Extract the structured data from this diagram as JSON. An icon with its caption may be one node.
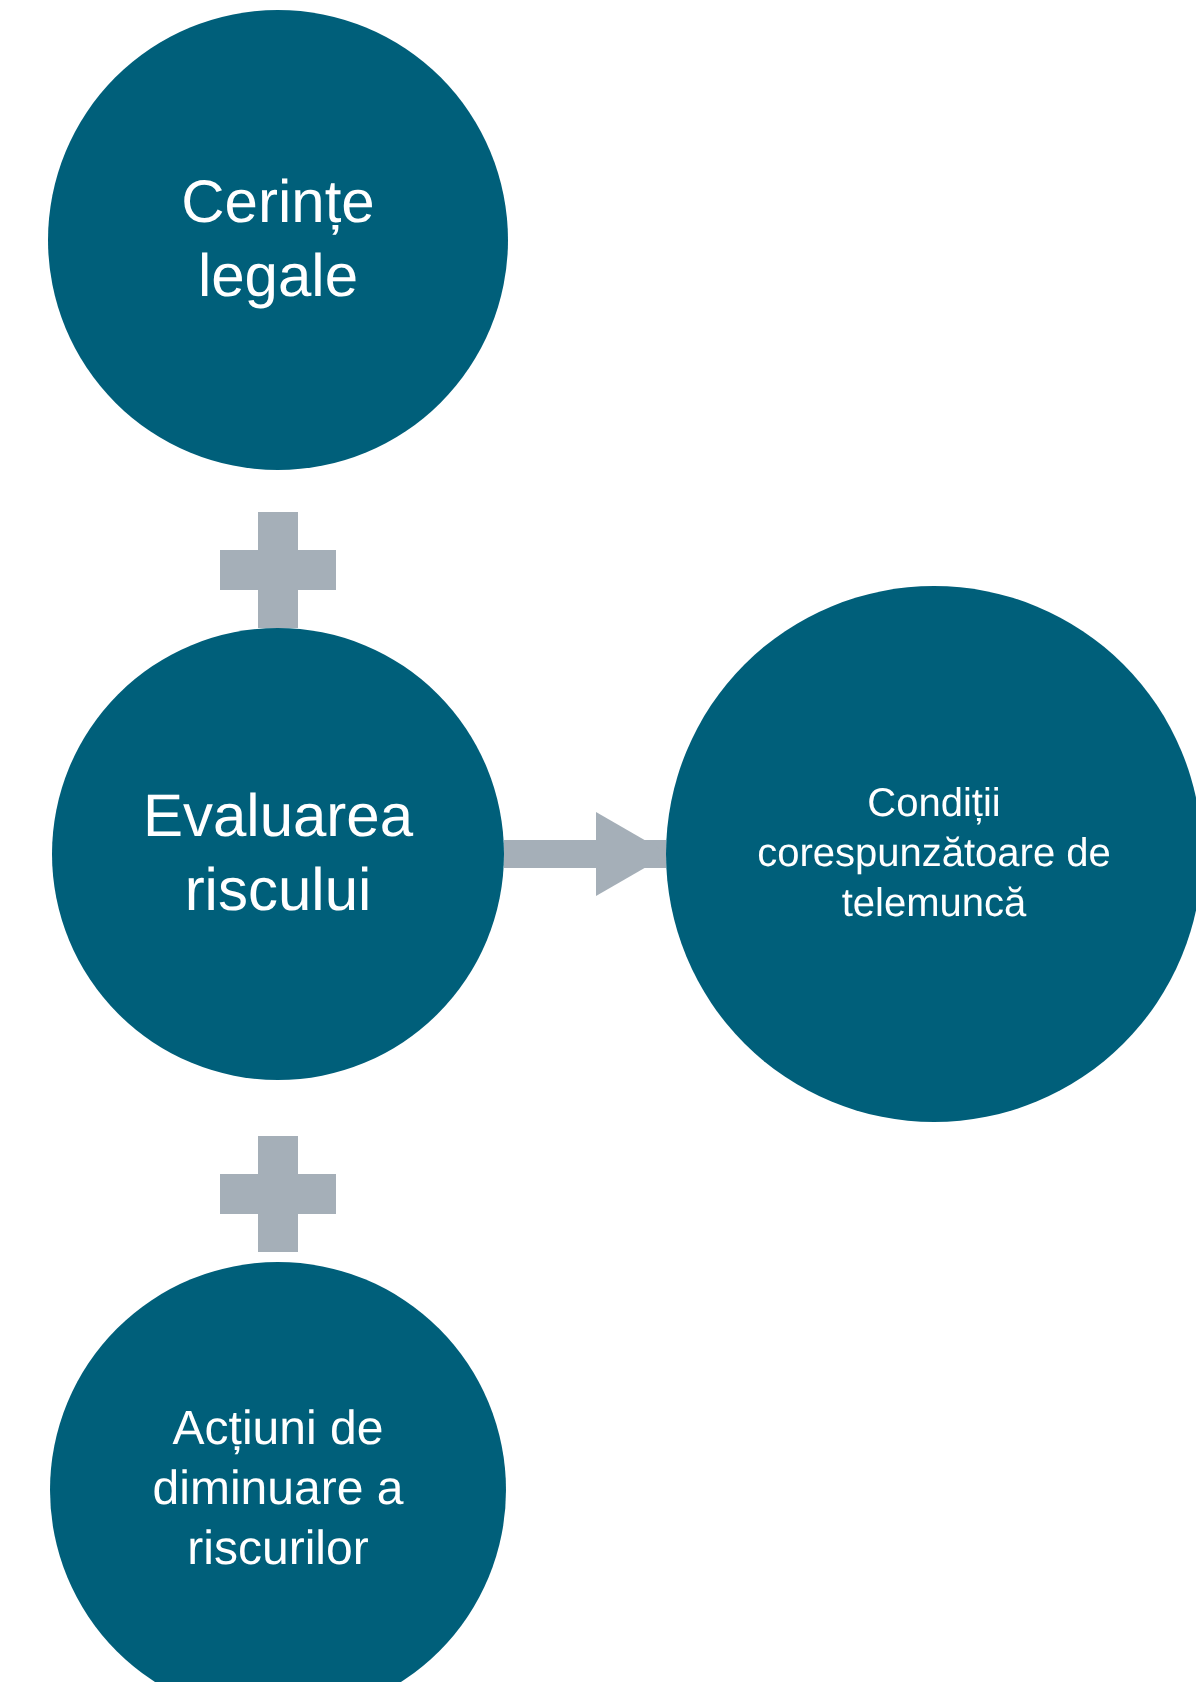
{
  "diagram": {
    "nodes": [
      {
        "text": [
          "Cerințe legale"
        ]
      },
      {
        "text": [
          "Evaluarea riscului"
        ]
      },
      {
        "text": [
          "Acțiuni de diminuare a riscurilor"
        ]
      },
      {
        "text": [
          "Condiții corespunzătoare de telemuncă"
        ]
      }
    ],
    "edges": [
      {
        "from": 1,
        "to": 3,
        "arrow": "to"
      }
    ]
  }
}
